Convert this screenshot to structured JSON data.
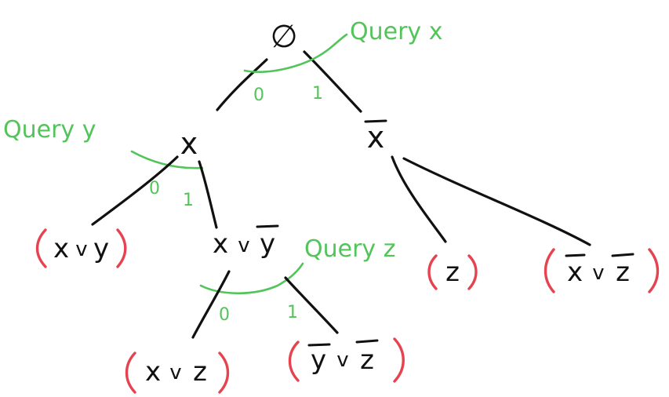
{
  "diagram": {
    "colors": {
      "ink": "#111111",
      "query": "#52c45a",
      "clause_paren": "#e5434f",
      "background": "#ffffff"
    },
    "root": {
      "label": "∅"
    },
    "query_labels": {
      "x": "Query x",
      "y": "Query y",
      "z": "Query z"
    },
    "branch_labels": {
      "zero": "0",
      "one": "1"
    },
    "nodes": {
      "x": {
        "label": "x"
      },
      "not_x": {
        "label": "x",
        "negated": true
      },
      "x_or_not_y": {
        "parts": [
          "x",
          "v",
          "y"
        ],
        "negated_part": "y"
      }
    },
    "leaves": {
      "x_or_y": {
        "parts": [
          "x",
          "v",
          "y"
        ]
      },
      "z": {
        "parts": [
          "z"
        ]
      },
      "not_x_or_not_z": {
        "parts": [
          "x",
          "v",
          "z"
        ],
        "negated_parts": [
          "x",
          "z"
        ]
      },
      "x_or_z": {
        "parts": [
          "x",
          "v",
          "z"
        ]
      },
      "not_y_or_not_z": {
        "parts": [
          "y",
          "v",
          "z"
        ],
        "negated_parts": [
          "y",
          "z"
        ]
      }
    }
  }
}
